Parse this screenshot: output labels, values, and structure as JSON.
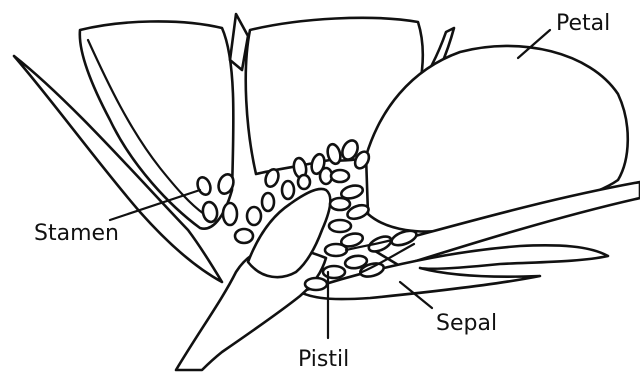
{
  "labels": {
    "petal": "Petal",
    "stamen": "Stamen",
    "pistil": "Pistil",
    "sepal": "Sepal"
  },
  "colors": {
    "line": "#111111",
    "background": "#ffffff"
  }
}
